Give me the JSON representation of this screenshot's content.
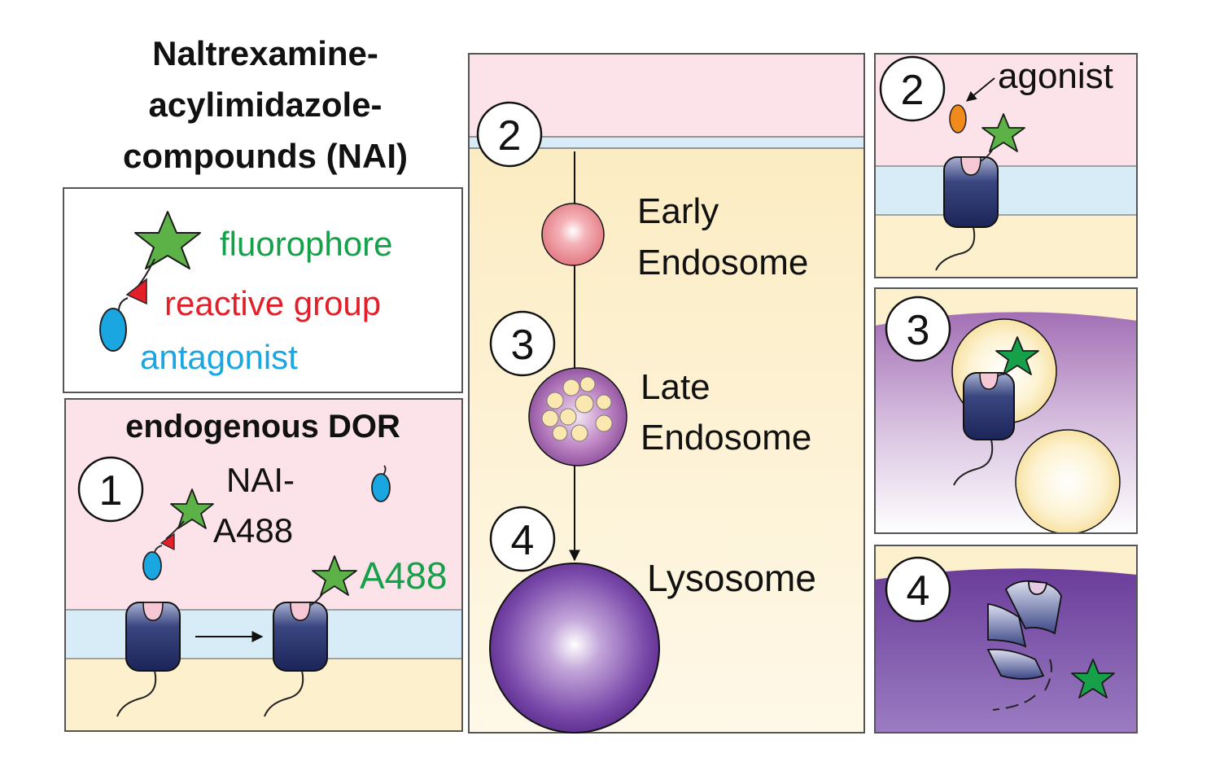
{
  "title": {
    "line1": "Naltrexamine-",
    "line2": "acylimidazole-",
    "line3": "compounds (NAI)"
  },
  "legend": {
    "fluorophore": "fluorophore",
    "reactive_group": "reactive group",
    "antagonist": "antagonist"
  },
  "panel1": {
    "heading": "endogenous DOR",
    "step": "1",
    "probe_line1": "NAI-",
    "probe_line2": "A488",
    "bound_label": "A488"
  },
  "pathway": {
    "step2": "2",
    "step3": "3",
    "step4": "4",
    "early_line1": "Early",
    "early_line2": "Endosome",
    "late_line1": "Late",
    "late_line2": "Endosome",
    "lysosome": "Lysosome"
  },
  "right": {
    "step2": "2",
    "agonist": "agonist",
    "step3": "3",
    "step4": "4"
  },
  "colors": {
    "fluorophore": "#17a04a",
    "reactive_group": "#e3202a",
    "antagonist": "#1aa6e0",
    "extracellular": "#fbe3e9",
    "membrane": "#d8ecf7",
    "cytoplasm": "#fdf1cf",
    "receptor": "#1f2a5e",
    "lysosome": "#6a3c9c",
    "agonist": "#f08a1c"
  }
}
